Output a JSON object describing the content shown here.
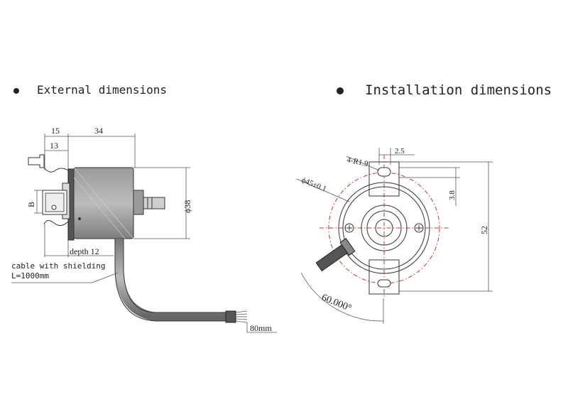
{
  "headings": {
    "left": "External dimensions",
    "right": "Installation dimensions"
  },
  "external": {
    "dim_15": "15",
    "dim_34": "34",
    "dim_13": "13",
    "dim_B": "B",
    "dim_dia38": "ϕ38",
    "depth": "depth 12",
    "cable_line1": "cable with shielding",
    "cable_line2": "L=1000mm",
    "dim_80": "80mm"
  },
  "installation": {
    "dim_r": "4-R1.9",
    "dim_2_5": "2.5",
    "dim_3_8": "3.8",
    "dim_45": "ϕ45±0.1",
    "dim_52": "52",
    "angle": "60.000°"
  },
  "colors": {
    "line": "#333333",
    "body_fill": "#8f8f8f",
    "centerline": "#c0392b"
  }
}
